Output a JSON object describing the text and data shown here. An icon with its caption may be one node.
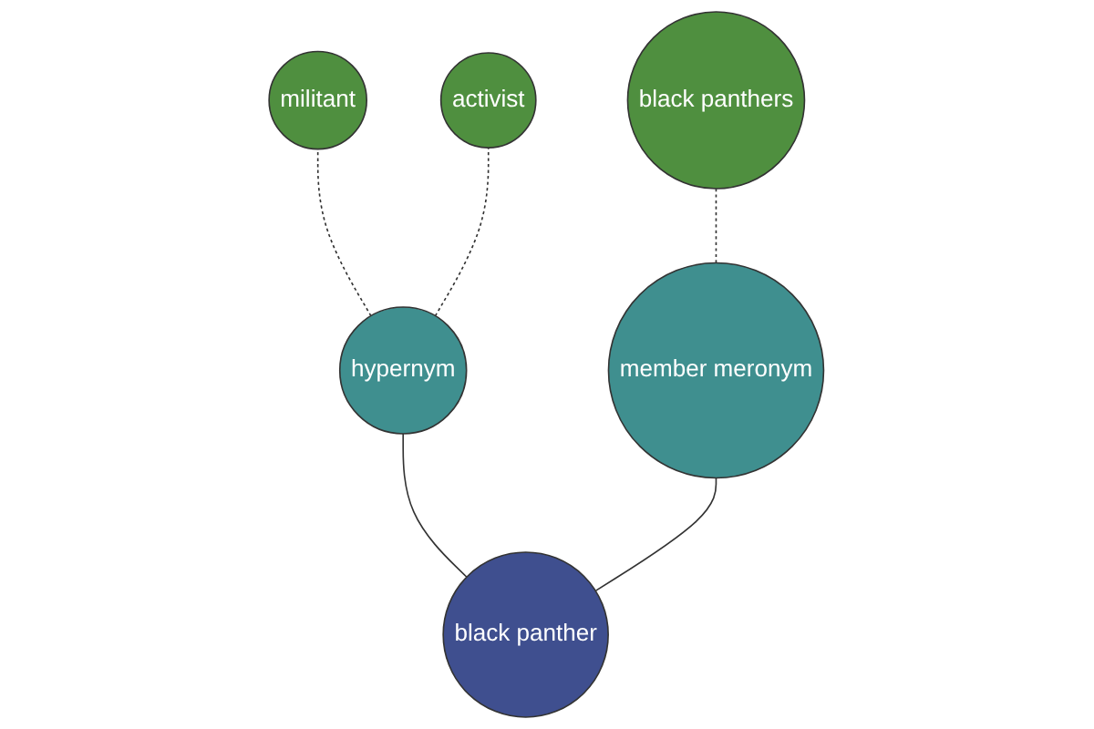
{
  "diagram": {
    "nodes": [
      {
        "text": [
          "militant"
        ]
      },
      {
        "text": [
          "activist"
        ]
      },
      {
        "text": [
          "hypernym"
        ]
      },
      {
        "text": [
          "black panther"
        ]
      },
      {
        "text": [
          "member meronym"
        ]
      },
      {
        "text": [
          "black panthers"
        ]
      }
    ],
    "edges": [
      {
        "from": 2,
        "to": 0,
        "arrow": "none",
        "style": "dashed"
      },
      {
        "from": 2,
        "to": 1,
        "arrow": "none",
        "style": "dashed"
      },
      {
        "from": 3,
        "to": 2,
        "arrow": "none"
      },
      {
        "from": 3,
        "to": 4,
        "arrow": "none"
      },
      {
        "from": 4,
        "to": 5,
        "arrow": "none",
        "style": "dashed"
      }
    ]
  }
}
